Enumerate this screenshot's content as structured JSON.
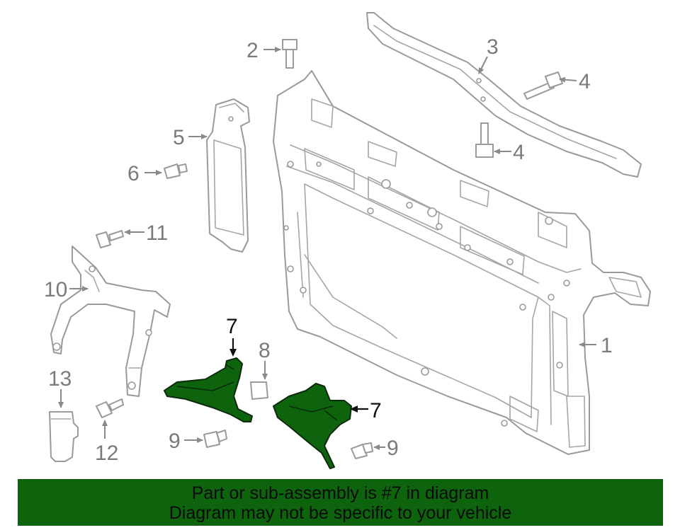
{
  "callouts": {
    "c1": "1",
    "c2": "2",
    "c3": "3",
    "c4a": "4",
    "c4b": "4",
    "c5": "5",
    "c6": "6",
    "c7a": "7",
    "c7b": "7",
    "c8": "8",
    "c9a": "9",
    "c9b": "9",
    "c10": "10",
    "c11": "11",
    "c12": "12",
    "c13": "13"
  },
  "highlight": {
    "part_number": "7",
    "color": "#0d640d"
  },
  "banner": {
    "line1": "Part or sub-assembly is #7 in diagram",
    "line2": "Diagram may not be specific to your vehicle"
  },
  "colors": {
    "banner_bg": "#0d640d",
    "part_outline": "#9a9a9a",
    "highlighted_part": "#0d640d"
  }
}
